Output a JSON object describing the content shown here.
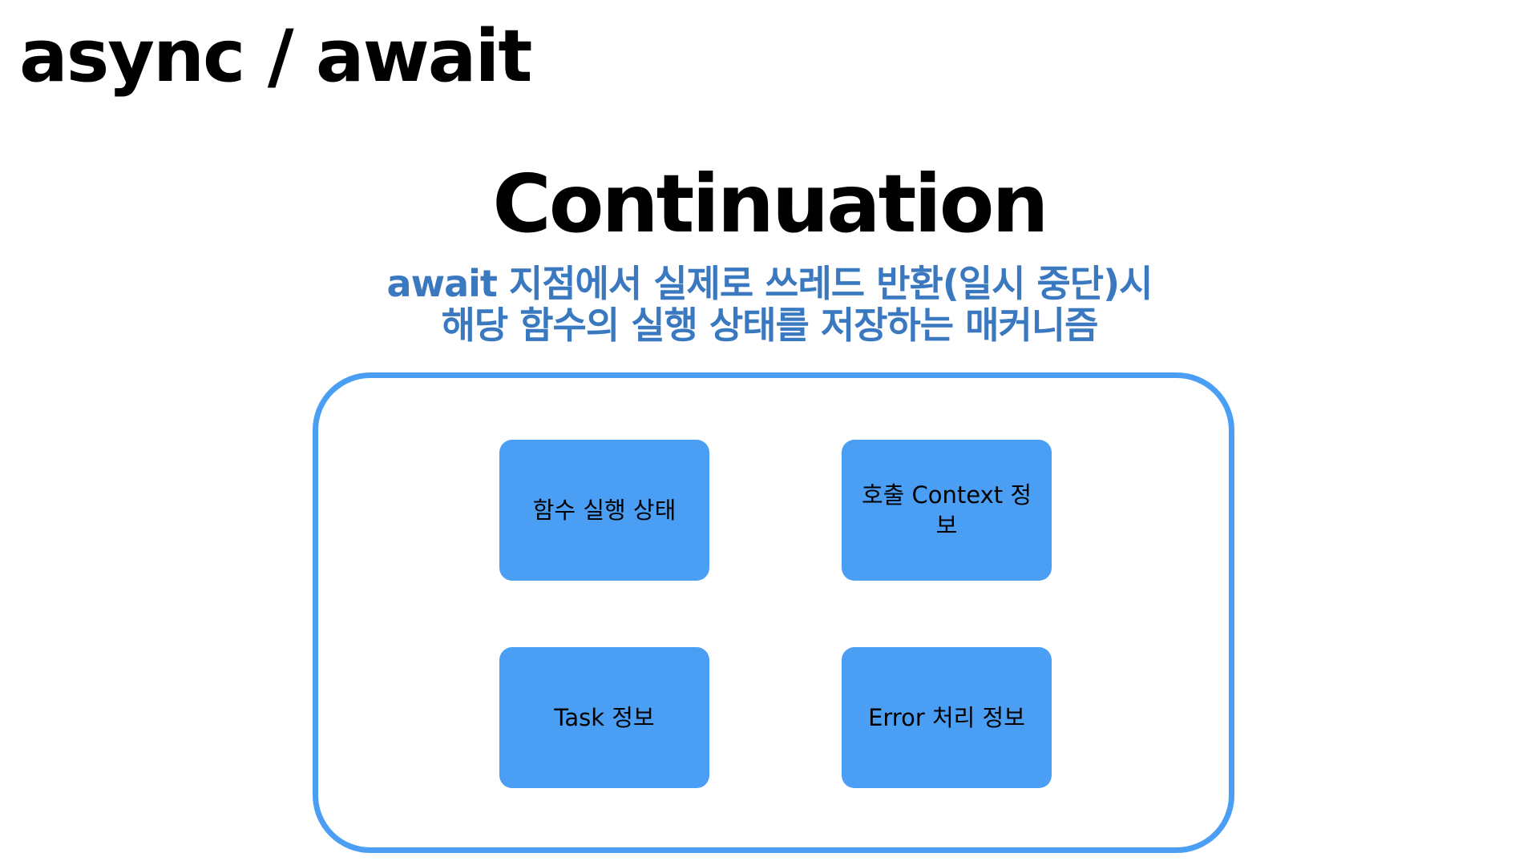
{
  "slide": {
    "title": "async / await"
  },
  "main": {
    "heading": "Continuation",
    "subtitle_lines": [
      "await 지점에서 실제로 쓰레드 반환(일시 중단)시",
      "해당 함수의  실행 상태를 저장하는 매커니즘"
    ]
  },
  "cards": [
    {
      "label": "함수 실행 상태"
    },
    {
      "label": "호출 Context 정보"
    },
    {
      "label": "Task 정보"
    },
    {
      "label": "Error 처리 정보"
    }
  ],
  "colors": {
    "accent": "#4a9ff5",
    "subtitle": "#3a78c0",
    "text": "#000000"
  }
}
